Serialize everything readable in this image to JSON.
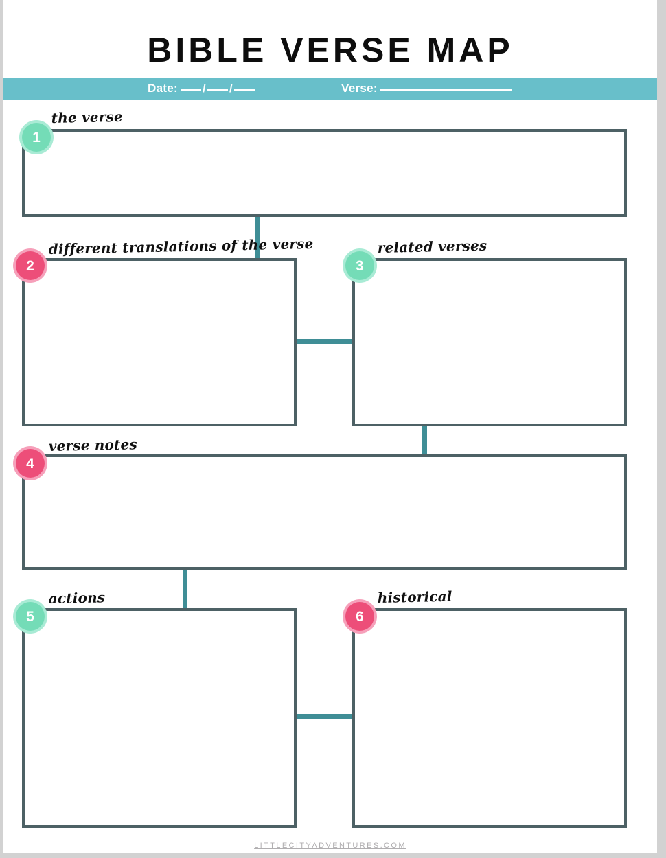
{
  "page": {
    "title": "BIBLE VERSE MAP",
    "background_color": "#ffffff",
    "edge_color": "#d2d2d2"
  },
  "header_band": {
    "background_color": "#68bfca",
    "text_color": "#ffffff",
    "date": {
      "label": "Date:",
      "value": "",
      "placeholder": "___/___/___",
      "separator": "/"
    },
    "verse": {
      "label": "Verse:",
      "value": "",
      "placeholder": "_______________________"
    }
  },
  "colors": {
    "mint_badge": "#74dcb7",
    "mint_badge_ring": "#a9ebd5",
    "pink_badge": "#ed4e79",
    "pink_badge_ring": "#f6a0ba",
    "box_border": "#4d6165",
    "connector": "#3f8e96",
    "band": "#68bfca",
    "footer_text": "#b0aeb0"
  },
  "sections": [
    {
      "number": "1",
      "label": "the verse",
      "badge_color": "mint",
      "value": "",
      "placeholder": ""
    },
    {
      "number": "2",
      "label": "different translations of the verse",
      "badge_color": "pink",
      "value": "",
      "placeholder": ""
    },
    {
      "number": "3",
      "label": "related verses",
      "badge_color": "mint",
      "value": "",
      "placeholder": ""
    },
    {
      "number": "4",
      "label": "verse notes",
      "badge_color": "pink",
      "value": "",
      "placeholder": ""
    },
    {
      "number": "5",
      "label": "actions",
      "badge_color": "mint",
      "value": "",
      "placeholder": ""
    },
    {
      "number": "6",
      "label": "historical",
      "badge_color": "pink",
      "value": "",
      "placeholder": ""
    }
  ],
  "footer": {
    "text": "LITTLECITYADVENTURES.COM"
  }
}
